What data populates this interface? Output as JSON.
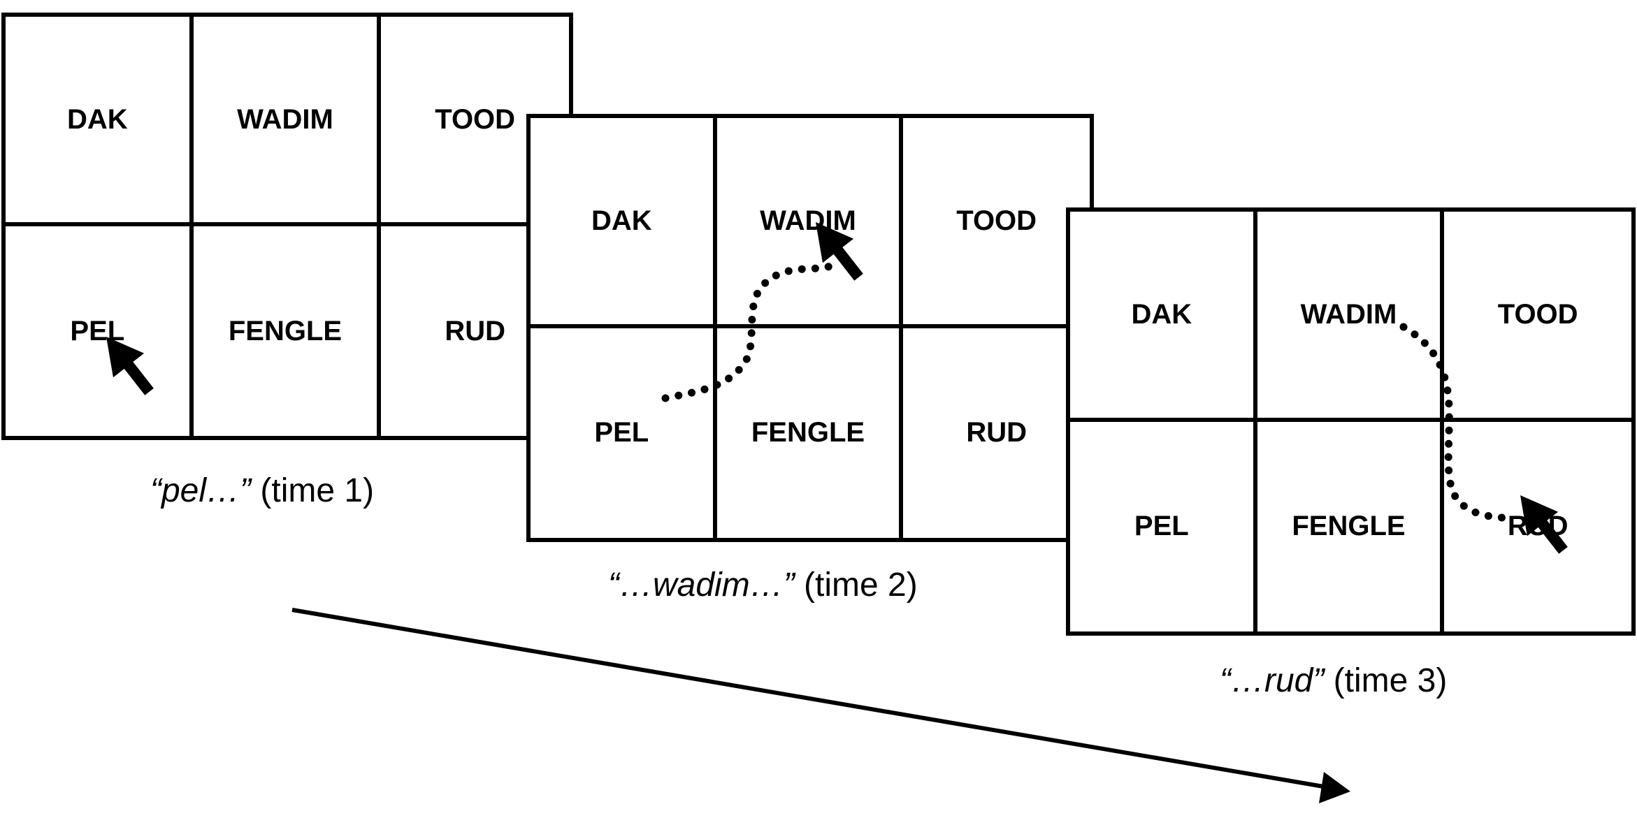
{
  "panels": [
    {
      "cells": [
        "DAK",
        "WADIM",
        "TOOD",
        "PEL",
        "FENGLE",
        "RUD"
      ],
      "caption_quote": "“pel…”",
      "caption_time": " (time 1)"
    },
    {
      "cells": [
        "DAK",
        "WADIM",
        "TOOD",
        "PEL",
        "FENGLE",
        "RUD"
      ],
      "caption_quote": "“…wadim…”",
      "caption_time": " (time 2)"
    },
    {
      "cells": [
        "DAK",
        "WADIM",
        "TOOD",
        "PEL",
        "FENGLE",
        "RUD"
      ],
      "caption_quote": "“…rud”",
      "caption_time": " (time 3)"
    }
  ],
  "icons": {
    "cursor": "mouse-pointer-arrow-icon",
    "path": "dotted-mouse-trajectory",
    "timeline": "time-arrow"
  },
  "colors": {
    "ink": "#000000",
    "background": "#ffffff"
  }
}
